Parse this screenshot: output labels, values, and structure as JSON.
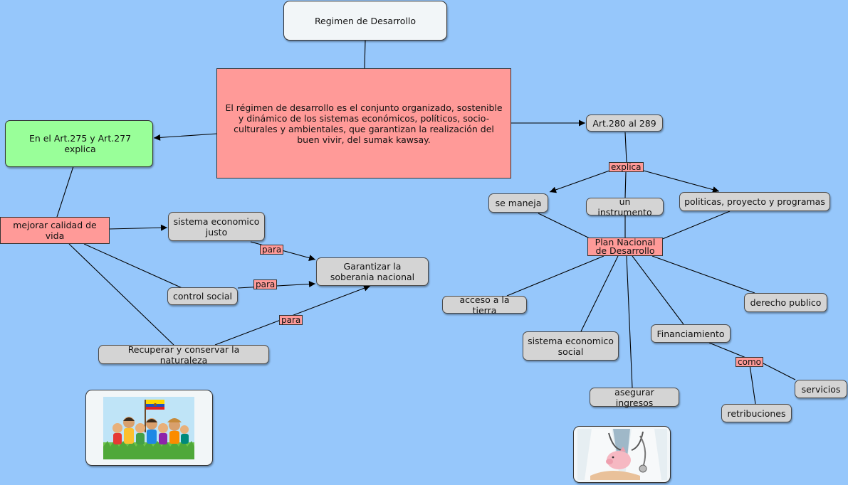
{
  "nodes": {
    "title": "Regimen de Desarrollo",
    "definition": "El régimen de desarrollo es el conjunto organizado, sostenible y dinámico de los sistemas económicos, políticos, socio-culturales y ambientales, que garantizan la realización del buen vivir, del sumak kawsay.",
    "articles_left": "En el Art.275 y Art.277 explica",
    "quality_of_life": "mejorar  calidad de vida",
    "fair_economy": "sistema economico justo",
    "sovereignty": "Garantizar la soberania nacional",
    "social_control": "control social",
    "nature": "Recuperar y conservar la naturaleza",
    "articles_right": "Art.280 al 289",
    "managed": "se maneja",
    "instrument": "un instrumento",
    "policies": "politicas, proyecto y programas",
    "national_plan": "Plan Nacional de Desarrollo",
    "land_access": "acceso a la tierra",
    "social_economy": "sistema economico social",
    "financing": "Financiamiento",
    "public_law": "derecho publico",
    "income": "asegurar ingresos",
    "services": "servicios",
    "retributions": "retribuciones"
  },
  "link_labels": {
    "explica": "explica",
    "para_1": "para",
    "para_2": "para",
    "para_3": "para",
    "como": "como"
  },
  "colors": {
    "background": "#96c7fb",
    "concept_gray": "#d4d4d4",
    "concept_pink": "#ff9a98",
    "concept_green": "#99ff99",
    "concept_white": "#f2f6f8"
  },
  "images": [
    "children-with-ecuador-flag-illustration",
    "doctor-holding-piggy-bank-photo"
  ]
}
